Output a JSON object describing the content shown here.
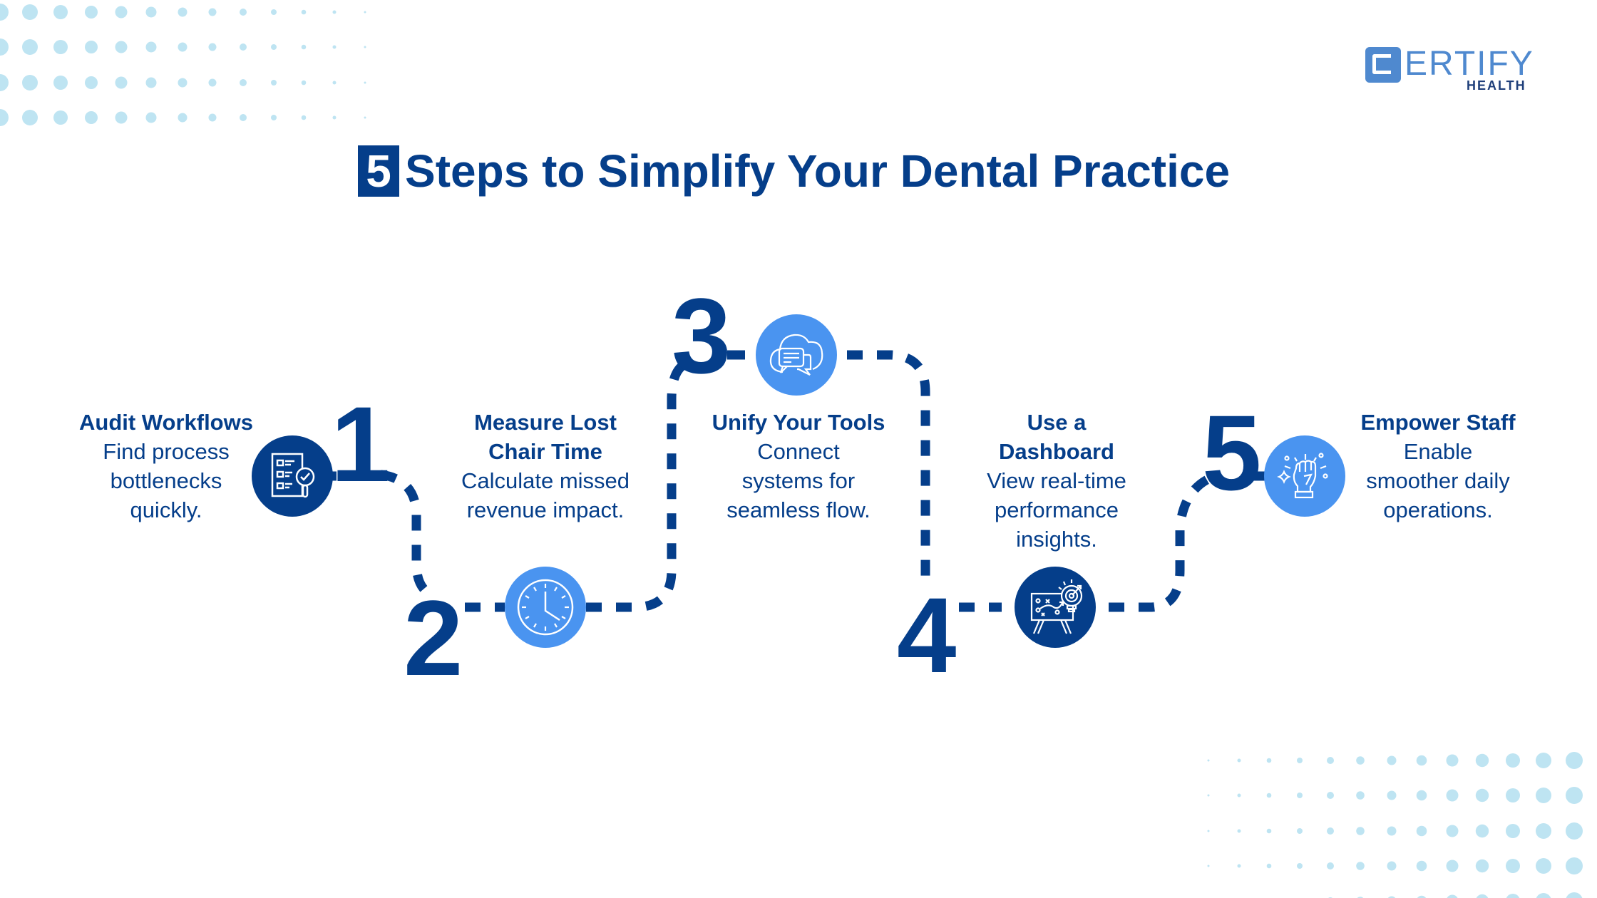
{
  "brand": {
    "logo_letter": "C",
    "logo_word": "ERTIFY",
    "logo_sub": "HEALTH",
    "colors": {
      "logo_blue": "#4F89CF",
      "logo_sub": "#1F3F7A"
    }
  },
  "title": {
    "number": "5",
    "text": "Steps to Simplify Your Dental Practice",
    "color": "#053E8A"
  },
  "colors": {
    "dark_blue": "#053E8A",
    "light_blue": "#4A94F0",
    "dot_blue": "#BEE4F2",
    "background": "#FFFFFF"
  },
  "steps": [
    {
      "number": "1",
      "heading": "Audit Workflows",
      "heading_lines": [
        "Audit Workflows"
      ],
      "description_lines": [
        "Find process",
        "bottlenecks",
        "quickly."
      ],
      "icon": "checklist-magnifier-icon",
      "circle_color": "dark"
    },
    {
      "number": "2",
      "heading": "Measure Lost Chair Time",
      "heading_lines": [
        "Measure Lost",
        "Chair Time"
      ],
      "description_lines": [
        "Calculate missed",
        "revenue impact."
      ],
      "icon": "clock-icon",
      "circle_color": "light"
    },
    {
      "number": "3",
      "heading": "Unify Your Tools",
      "heading_lines": [
        "Unify Your Tools"
      ],
      "description_lines": [
        "Connect",
        "systems for",
        "seamless flow."
      ],
      "icon": "cloud-chat-icon",
      "circle_color": "light"
    },
    {
      "number": "4",
      "heading": "Use a Dashboard",
      "heading_lines": [
        "Use a",
        "Dashboard"
      ],
      "description_lines": [
        "View real-time",
        "performance",
        "insights."
      ],
      "icon": "strategy-board-lightbulb-icon",
      "circle_color": "dark"
    },
    {
      "number": "5",
      "heading": "Empower Staff",
      "heading_lines": [
        "Empower Staff"
      ],
      "description_lines": [
        "Enable",
        "smoother daily",
        "operations."
      ],
      "icon": "raised-fist-icon",
      "circle_color": "light"
    }
  ]
}
